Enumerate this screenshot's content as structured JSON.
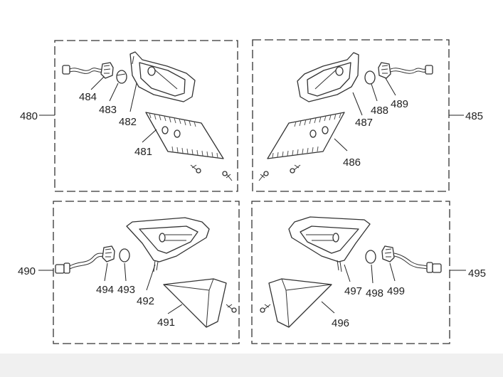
{
  "groups": [
    {
      "label": "480"
    },
    {
      "label": "485"
    },
    {
      "label": "490"
    },
    {
      "label": "495"
    }
  ],
  "callouts": {
    "p481": "481",
    "p482": "482",
    "p483": "483",
    "p484": "484",
    "p486": "486",
    "p487": "487",
    "p488": "488",
    "p489": "489",
    "p491": "491",
    "p492": "492",
    "p493": "493",
    "p494": "494",
    "p496": "496",
    "p497": "497",
    "p498": "498",
    "p499": "499"
  }
}
